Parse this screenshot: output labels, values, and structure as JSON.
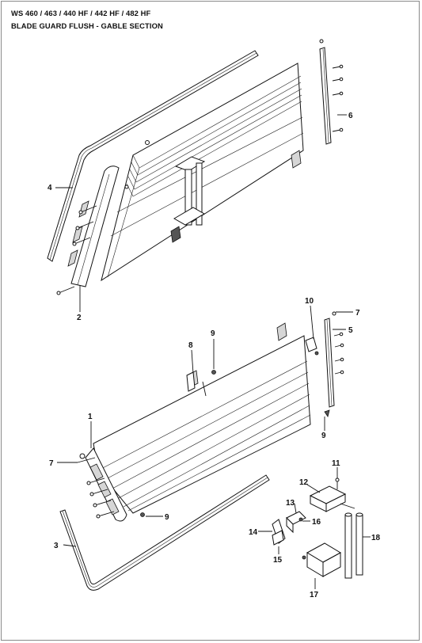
{
  "header": {
    "models": "WS 460 / 463 / 440 HF / 442 HF / 482 HF",
    "section": "BLADE GUARD FLUSH - GABLE SECTION"
  },
  "callouts": [
    "4",
    "6",
    "2",
    "10",
    "7",
    "5",
    "9",
    "8",
    "9",
    "1",
    "7",
    "9",
    "11",
    "12",
    "13",
    "16",
    "14",
    "15",
    "18",
    "3",
    "17"
  ]
}
